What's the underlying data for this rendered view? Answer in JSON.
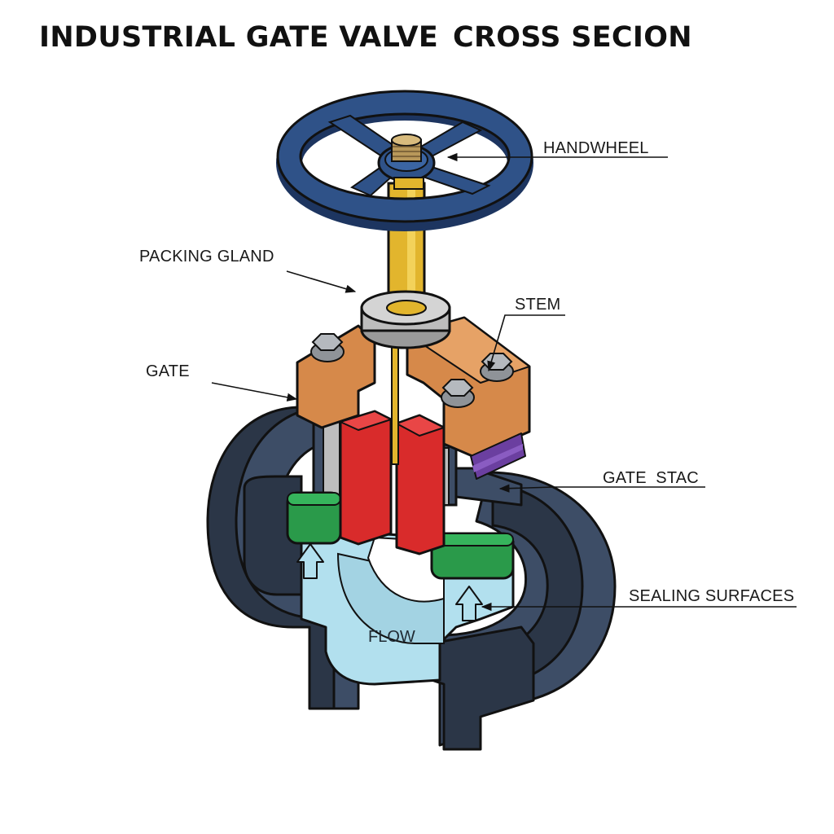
{
  "title": {
    "main": "INDUSTRIAL GATE VALVE",
    "sub": "CROSS SECION"
  },
  "labels": {
    "handwheel": "HANDWHEEL",
    "packing_gland": "PACKING GLAND",
    "stem": "STEM",
    "gate": "GATE",
    "gate_stac": "GATE  STAC",
    "sealing_surfaces": "SEALING SURFACES",
    "flow": "FLOW"
  },
  "colors": {
    "body": "#3d4d66",
    "handwheel": "#2f5288",
    "stem": "#e2b52d",
    "bonnet": "#d6894a",
    "gate": "#d92b2b",
    "seat": "#2a9a4a",
    "flow": "#b2e0ee",
    "gland": "#bdbdbd",
    "gasket": "#6b3fa0"
  }
}
